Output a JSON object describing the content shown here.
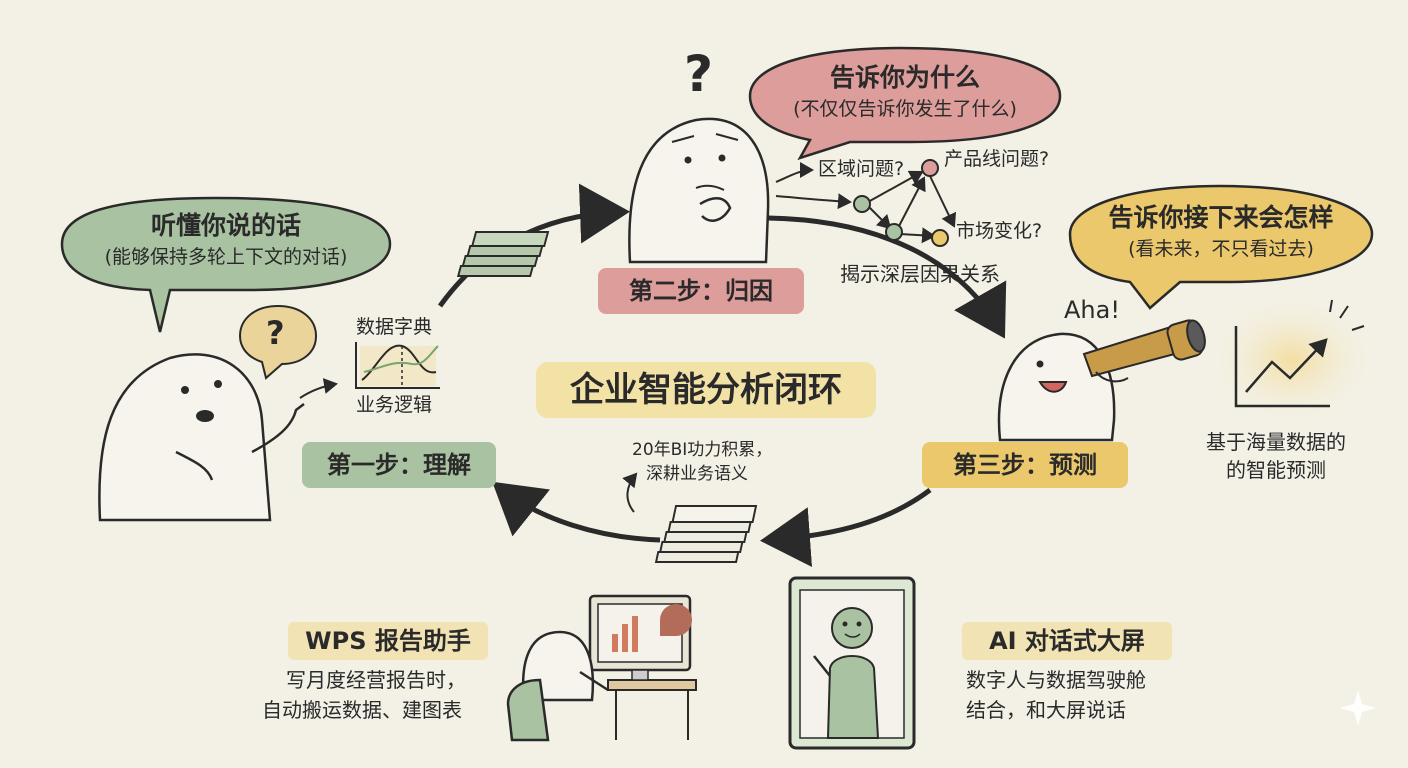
{
  "title": "企业智能分析闭环",
  "steps": {
    "step1": "第一步：理解",
    "step2": "第二步：归因",
    "step3": "第三步：预测"
  },
  "bubbles": {
    "understand": {
      "main": "听懂你说的话",
      "sub": "(能够保持多轮上下文的对话)"
    },
    "why": {
      "main": "告诉你为什么",
      "sub": "(不仅仅告诉你发生了什么)"
    },
    "future": {
      "main": "告诉你接下来会怎样",
      "sub": "(看未来，不只看过去)"
    }
  },
  "labels": {
    "data_dictionary": "数据字典",
    "business_logic": "业务逻辑",
    "region_issue": "区域问题?",
    "product_issue": "产品线问题?",
    "market_change": "市场变化?",
    "causal": "揭示深层因果关系",
    "aha": "Aha!",
    "prediction_line1": "基于海量数据的",
    "prediction_line2": "的智能预测",
    "bi_line1": "20年BI功力积累，",
    "bi_line2": "深耕业务语义",
    "question_mark": "?"
  },
  "features": {
    "wps": {
      "title": "WPS 报告助手",
      "line1": "写月度经营报告时，",
      "line2": "自动搬运数据、建图表"
    },
    "ai_screen": {
      "title": "AI 对话式大屏",
      "line1": "数字人与数据驾驶舱",
      "line2": "结合，和大屏说话"
    }
  },
  "colors": {
    "background": "#f3f1e6",
    "green": "#a9c3a2",
    "red": "#dc9d9b",
    "yellow": "#ebc86c",
    "ink": "#2a2a2a"
  }
}
